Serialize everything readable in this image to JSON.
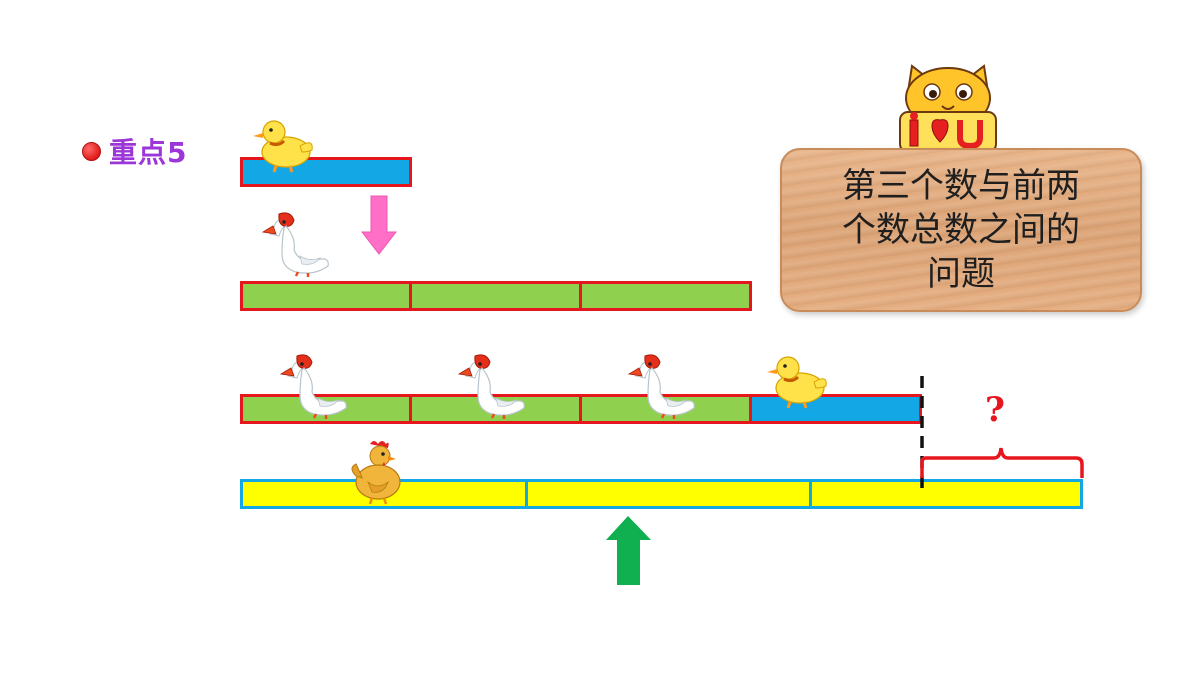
{
  "badge": {
    "label": "重点5"
  },
  "sign": {
    "lines": [
      "第三个数与前两",
      "个数总数之间的",
      "问题"
    ],
    "logo_text": "I ♥ U"
  },
  "question_mark": "?",
  "icons": {
    "duck": "duck-icon",
    "goose": "goose-icon",
    "hen": "hen-icon",
    "cat_logo": "cat-logo-icon"
  },
  "colors": {
    "badge_text": "#9c36d8",
    "badge_dot": "#e01b1b",
    "duck_bar": "#13a7e6",
    "goose_bar": "#8fd14f",
    "hen_bar": "#ffff00",
    "outline_red": "#e6161e",
    "outline_blue": "#13a7e6",
    "arrow_pink": "#ff6ec7",
    "arrow_green": "#10b050"
  }
}
